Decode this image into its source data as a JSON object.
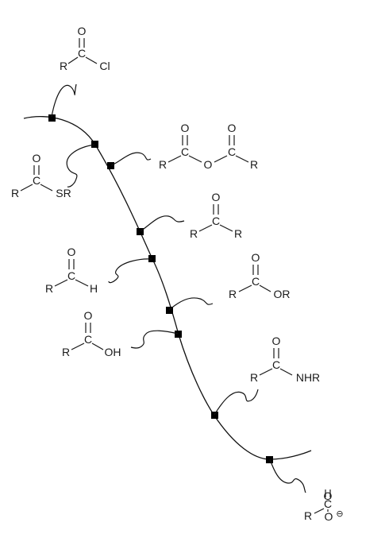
{
  "diagram": {
    "colors": {
      "ink": "#111111",
      "node": "#000000",
      "background": "#ffffff"
    },
    "groups": [
      {
        "name": "acyl-chloride",
        "r": "R",
        "c": "C",
        "o": "O",
        "x": "Cl"
      },
      {
        "name": "thioester",
        "r": "R",
        "c": "C",
        "o": "O",
        "x": "SR"
      },
      {
        "name": "anhydride",
        "r": "R",
        "c": "C",
        "o": "O",
        "x": "O",
        "c2": "C",
        "o2": "O",
        "r2": "R"
      },
      {
        "name": "ketone",
        "r": "R",
        "c": "C",
        "o": "O",
        "x": "R"
      },
      {
        "name": "aldehyde",
        "r": "R",
        "c": "C",
        "o": "O",
        "x": "H"
      },
      {
        "name": "ester",
        "r": "R",
        "c": "C",
        "o": "O",
        "x": "OR"
      },
      {
        "name": "carboxylic-acid",
        "r": "R",
        "c": "C",
        "o": "O",
        "x": "OH"
      },
      {
        "name": "amide",
        "r": "R",
        "c": "C",
        "o": "O",
        "x": "NHR"
      },
      {
        "name": "carboxylate",
        "r": "R",
        "c": "C",
        "o": "O",
        "x": "O",
        "charge": "⊖"
      }
    ]
  }
}
